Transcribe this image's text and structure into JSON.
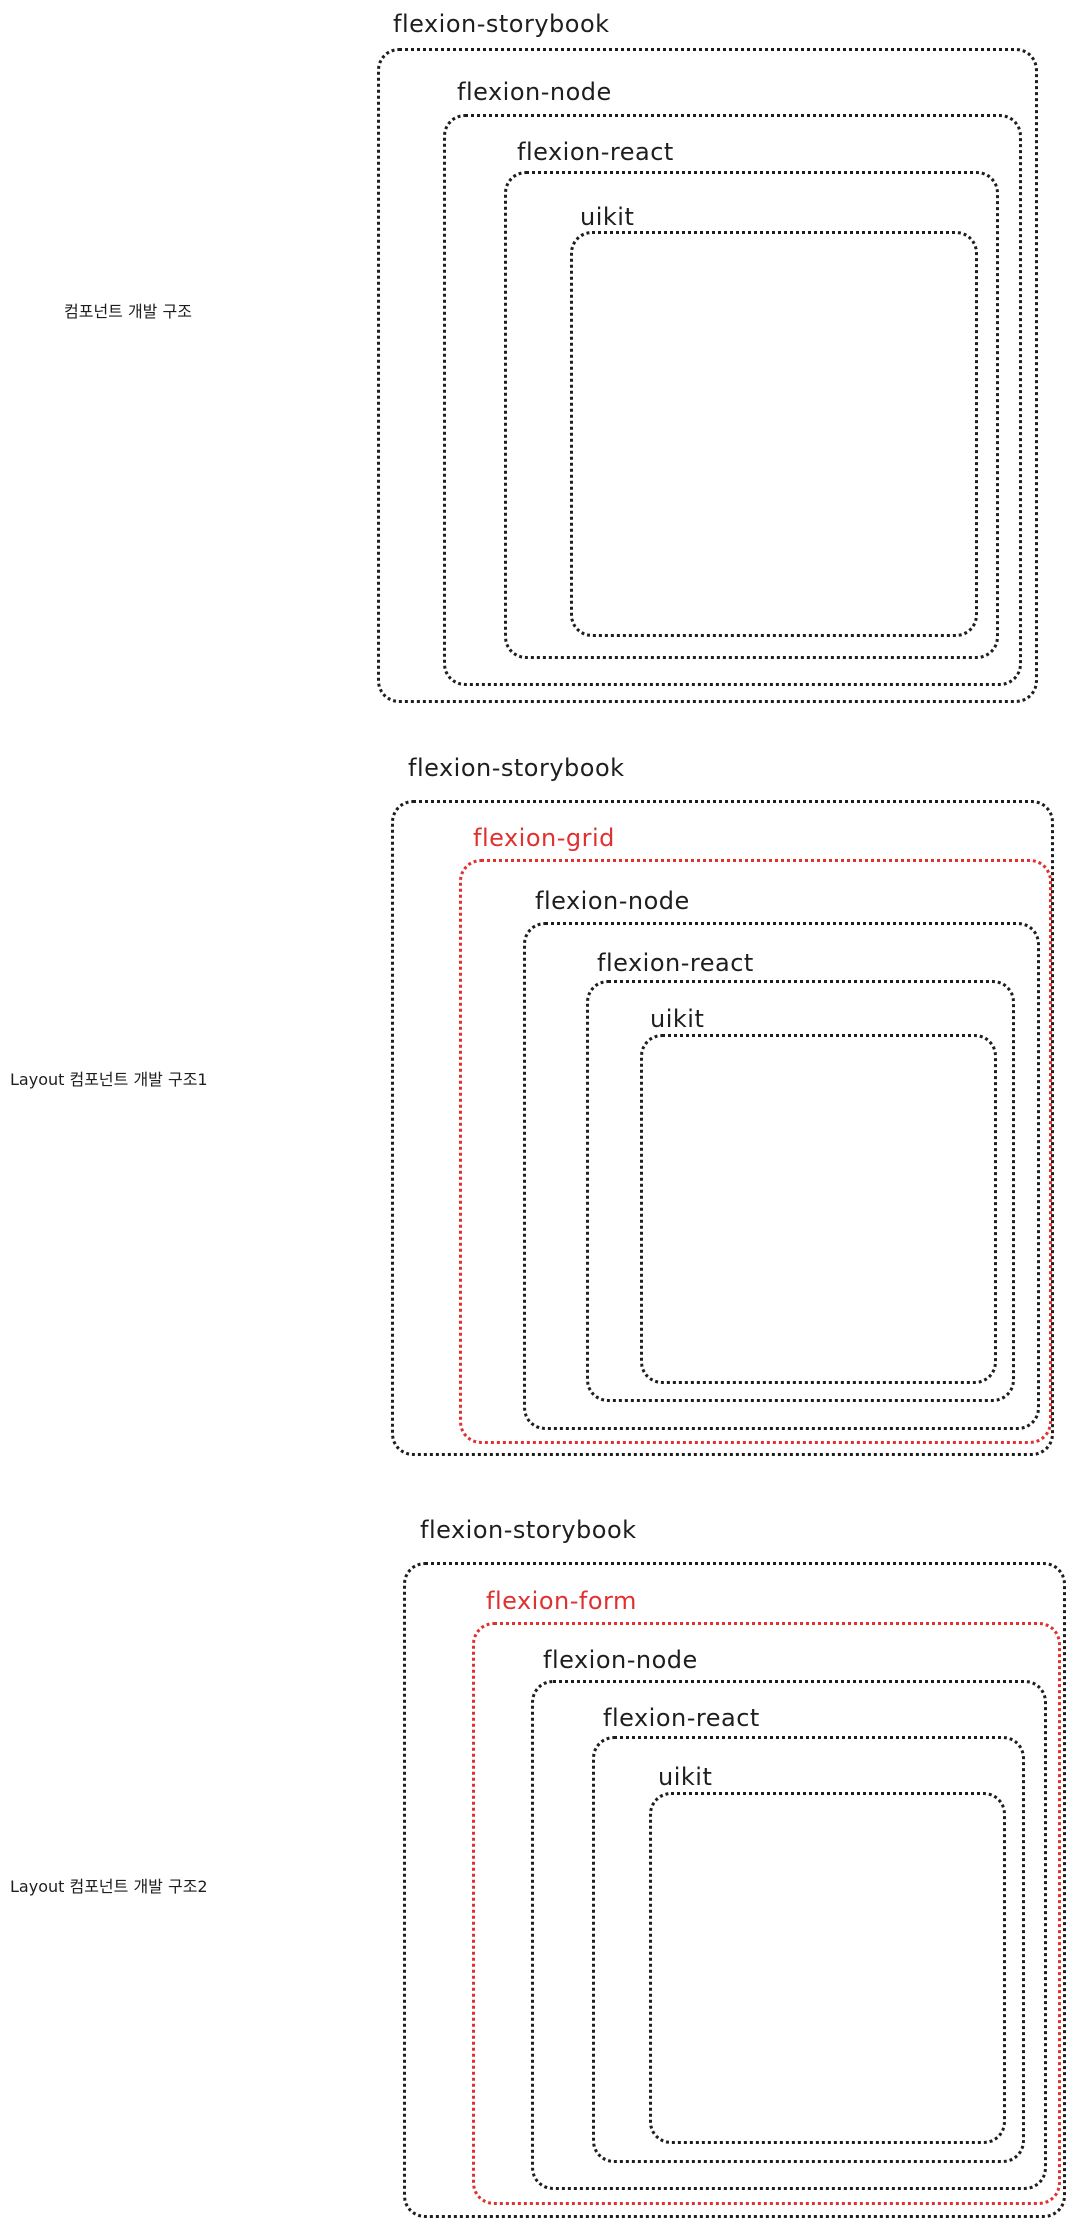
{
  "colors": {
    "stroke": "#1e1e1e",
    "accent": "#e03131",
    "background": "#ffffff"
  },
  "diagrams": [
    {
      "label": "컴포넌트 개발 구조",
      "boxes": [
        "flexion-storybook",
        "flexion-node",
        "flexion-react",
        "uikit"
      ]
    },
    {
      "label": "Layout 컴포넌트 개발 구조1",
      "boxes": [
        "flexion-storybook",
        "flexion-grid",
        "flexion-node",
        "flexion-react",
        "uikit"
      ],
      "highlighted_box": "flexion-grid"
    },
    {
      "label": "Layout 컴포넌트 개발 구조2",
      "boxes": [
        "flexion-storybook",
        "flexion-form",
        "flexion-node",
        "flexion-react",
        "uikit"
      ],
      "highlighted_box": "flexion-form"
    }
  ]
}
